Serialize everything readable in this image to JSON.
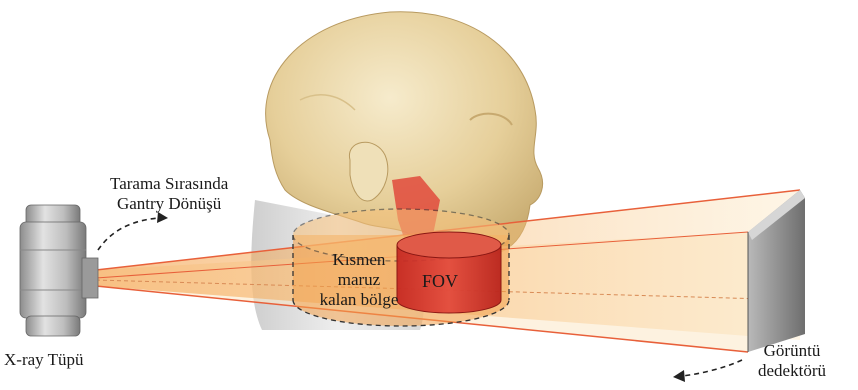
{
  "labels": {
    "gantry_rotation": [
      "Tarama Sırasında",
      "Gantry Dönüşü"
    ],
    "xray_tube": "X-ray Tüpü",
    "partial_exposure": [
      "Kısmen",
      "maruz",
      "kalan bölge"
    ],
    "fov": "FOV",
    "detector": [
      "Görüntü",
      "dedektörü"
    ]
  },
  "colors": {
    "beam": "#f5a24a",
    "beam_edge": "#e8603a",
    "fov": "#d9342b",
    "skull": "#e9d7a8",
    "neck": "#dcdcdc",
    "detector": "#8f8f8f"
  }
}
